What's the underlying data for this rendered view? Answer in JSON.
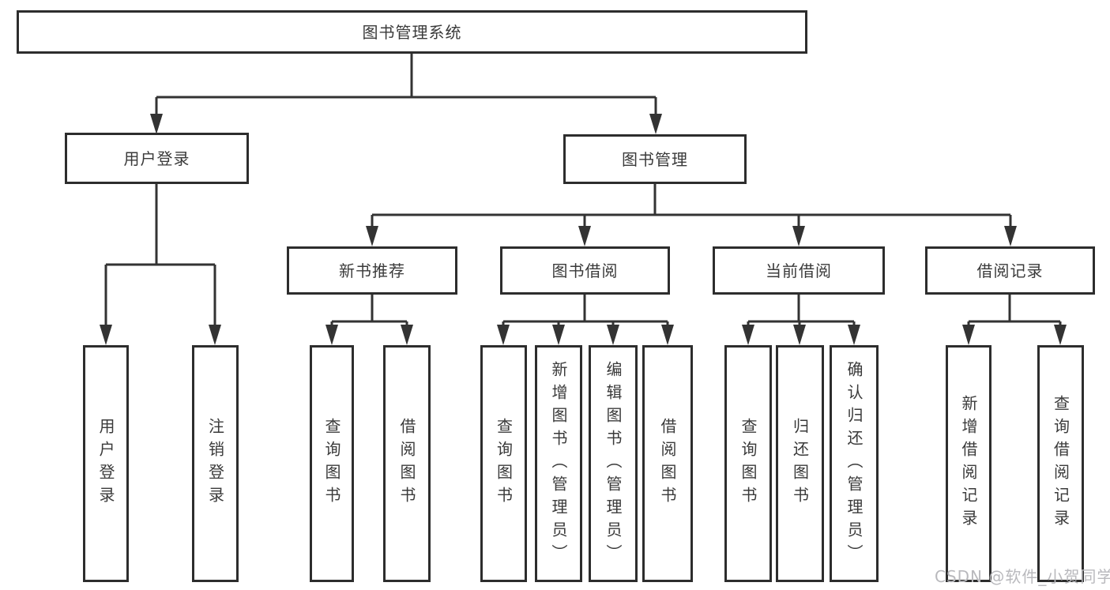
{
  "diagram": {
    "root": {
      "label": "图书管理系统"
    },
    "branches": [
      {
        "label": "用户登录",
        "children": [
          {
            "label": "用户登录"
          },
          {
            "label": "注销登录"
          }
        ]
      },
      {
        "label": "图书管理",
        "children": [
          {
            "label": "新书推荐",
            "children": [
              {
                "label": "查询图书"
              },
              {
                "label": "借阅图书"
              }
            ]
          },
          {
            "label": "图书借阅",
            "children": [
              {
                "label": "查询图书"
              },
              {
                "label": "新增图书（管理员）"
              },
              {
                "label": "编辑图书（管理员）"
              },
              {
                "label": "借阅图书"
              }
            ]
          },
          {
            "label": "当前借阅",
            "children": [
              {
                "label": "查询图书"
              },
              {
                "label": "归还图书"
              },
              {
                "label": "确认归还（管理员）"
              }
            ]
          },
          {
            "label": "借阅记录",
            "children": [
              {
                "label": "新增借阅记录"
              },
              {
                "label": "查询借阅记录"
              }
            ]
          }
        ]
      }
    ]
  },
  "watermark": {
    "text": "CSDN @软件_小贺同学"
  },
  "colors": {
    "line": "#333333",
    "box_border": "#2d2d2d",
    "text": "#3a3a3a",
    "background": "#ffffff",
    "watermark": "#b9b9bd"
  }
}
